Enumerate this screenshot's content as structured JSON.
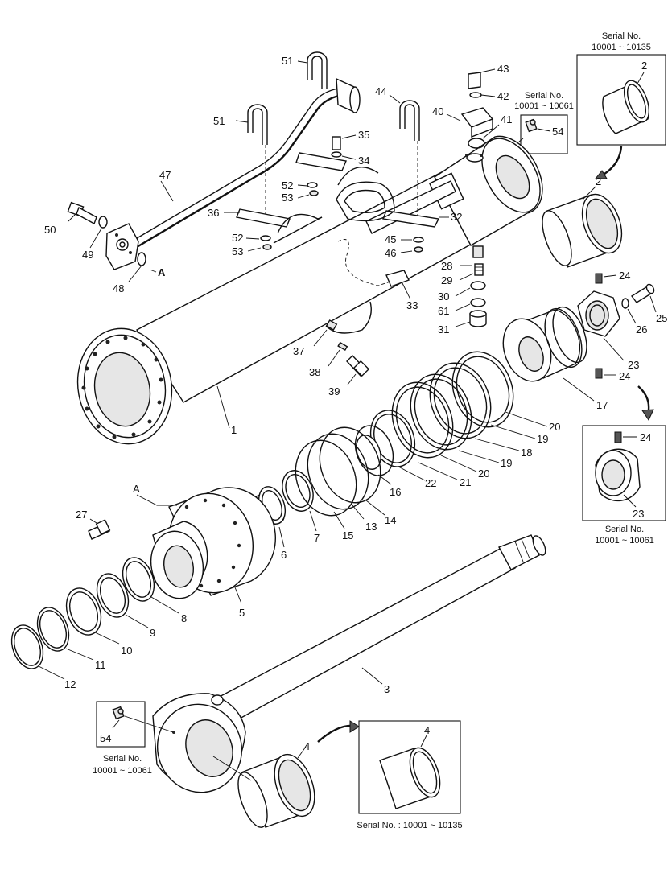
{
  "diagram": {
    "part_numbers": [
      "1",
      "2",
      "2",
      "3",
      "4",
      "4",
      "5",
      "6",
      "7",
      "8",
      "9",
      "10",
      "11",
      "12",
      "13",
      "14",
      "15",
      "16",
      "17",
      "18",
      "19",
      "19",
      "20",
      "20",
      "21",
      "22",
      "23",
      "23",
      "24",
      "24",
      "24",
      "25",
      "26",
      "27",
      "28",
      "29",
      "30",
      "61",
      "31",
      "32",
      "33",
      "34",
      "35",
      "36",
      "37",
      "38",
      "39",
      "40",
      "41",
      "42",
      "43",
      "44",
      "45",
      "46",
      "47",
      "48",
      "49",
      "50",
      "51",
      "51",
      "52",
      "52",
      "53",
      "53",
      "54",
      "54"
    ],
    "labels": {
      "p1": "1",
      "p2a": "2",
      "p2b": "2",
      "p3": "3",
      "p4a": "4",
      "p4b": "4",
      "p5": "5",
      "p6": "6",
      "p7": "7",
      "p8": "8",
      "p9": "9",
      "p10": "10",
      "p11": "11",
      "p12": "12",
      "p13": "13",
      "p14": "14",
      "p15": "15",
      "p16": "16",
      "p17": "17",
      "p18": "18",
      "p19a": "19",
      "p19b": "19",
      "p20a": "20",
      "p20b": "20",
      "p21": "21",
      "p22": "22",
      "p23a": "23",
      "p23b": "23",
      "p24a": "24",
      "p24b": "24",
      "p24c": "24",
      "p25": "25",
      "p26": "26",
      "p27": "27",
      "p28": "28",
      "p29": "29",
      "p30": "30",
      "p61": "61",
      "p31": "31",
      "p32": "32",
      "p33": "33",
      "p34": "34",
      "p35": "35",
      "p36": "36",
      "p37": "37",
      "p38": "38",
      "p39": "39",
      "p40": "40",
      "p41": "41",
      "p42": "42",
      "p43": "43",
      "p44": "44",
      "p45": "45",
      "p46": "46",
      "p47": "47",
      "p48": "48",
      "p49": "49",
      "p50": "50",
      "p51a": "51",
      "p51b": "51",
      "p52a": "52",
      "p52b": "52",
      "p53a": "53",
      "p53b": "53",
      "p54a": "54",
      "p54b": "54",
      "markA1": "A",
      "markA2": "A"
    },
    "insets": {
      "top_right": {
        "title": "Serial No.",
        "range": "10001 ~ 10135",
        "part": "2"
      },
      "grease_top": {
        "title": "Serial No.",
        "range": "10001 ~ 10061",
        "part": "54"
      },
      "nut_right": {
        "title": "Serial No.",
        "range": "10001 ~ 10061",
        "part_a": "24",
        "part_b": "23"
      },
      "grease_bottom": {
        "title": "Serial No.",
        "range": "10001 ~ 10061",
        "part": "54"
      },
      "bushing_bottom": {
        "caption": "Serial No. : 10001 ~ 10135",
        "part": "4"
      }
    }
  }
}
